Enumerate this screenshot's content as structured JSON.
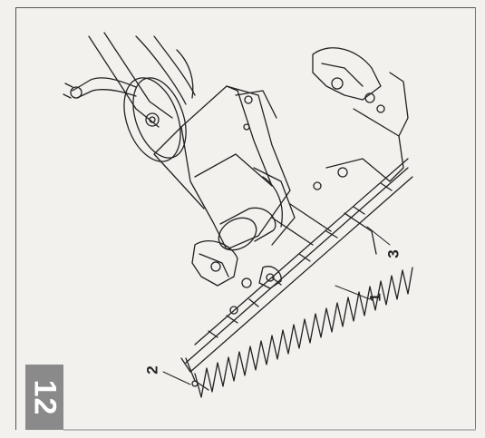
{
  "figure": {
    "callouts": [
      {
        "id": "1",
        "label": "1"
      },
      {
        "id": "2",
        "label": "2"
      },
      {
        "id": "3",
        "label": "3"
      }
    ],
    "section_tab": {
      "label": "12",
      "color": "#8a8a8a"
    }
  },
  "colors": {
    "ink": "#222222",
    "paper": "#f2f1ee"
  }
}
